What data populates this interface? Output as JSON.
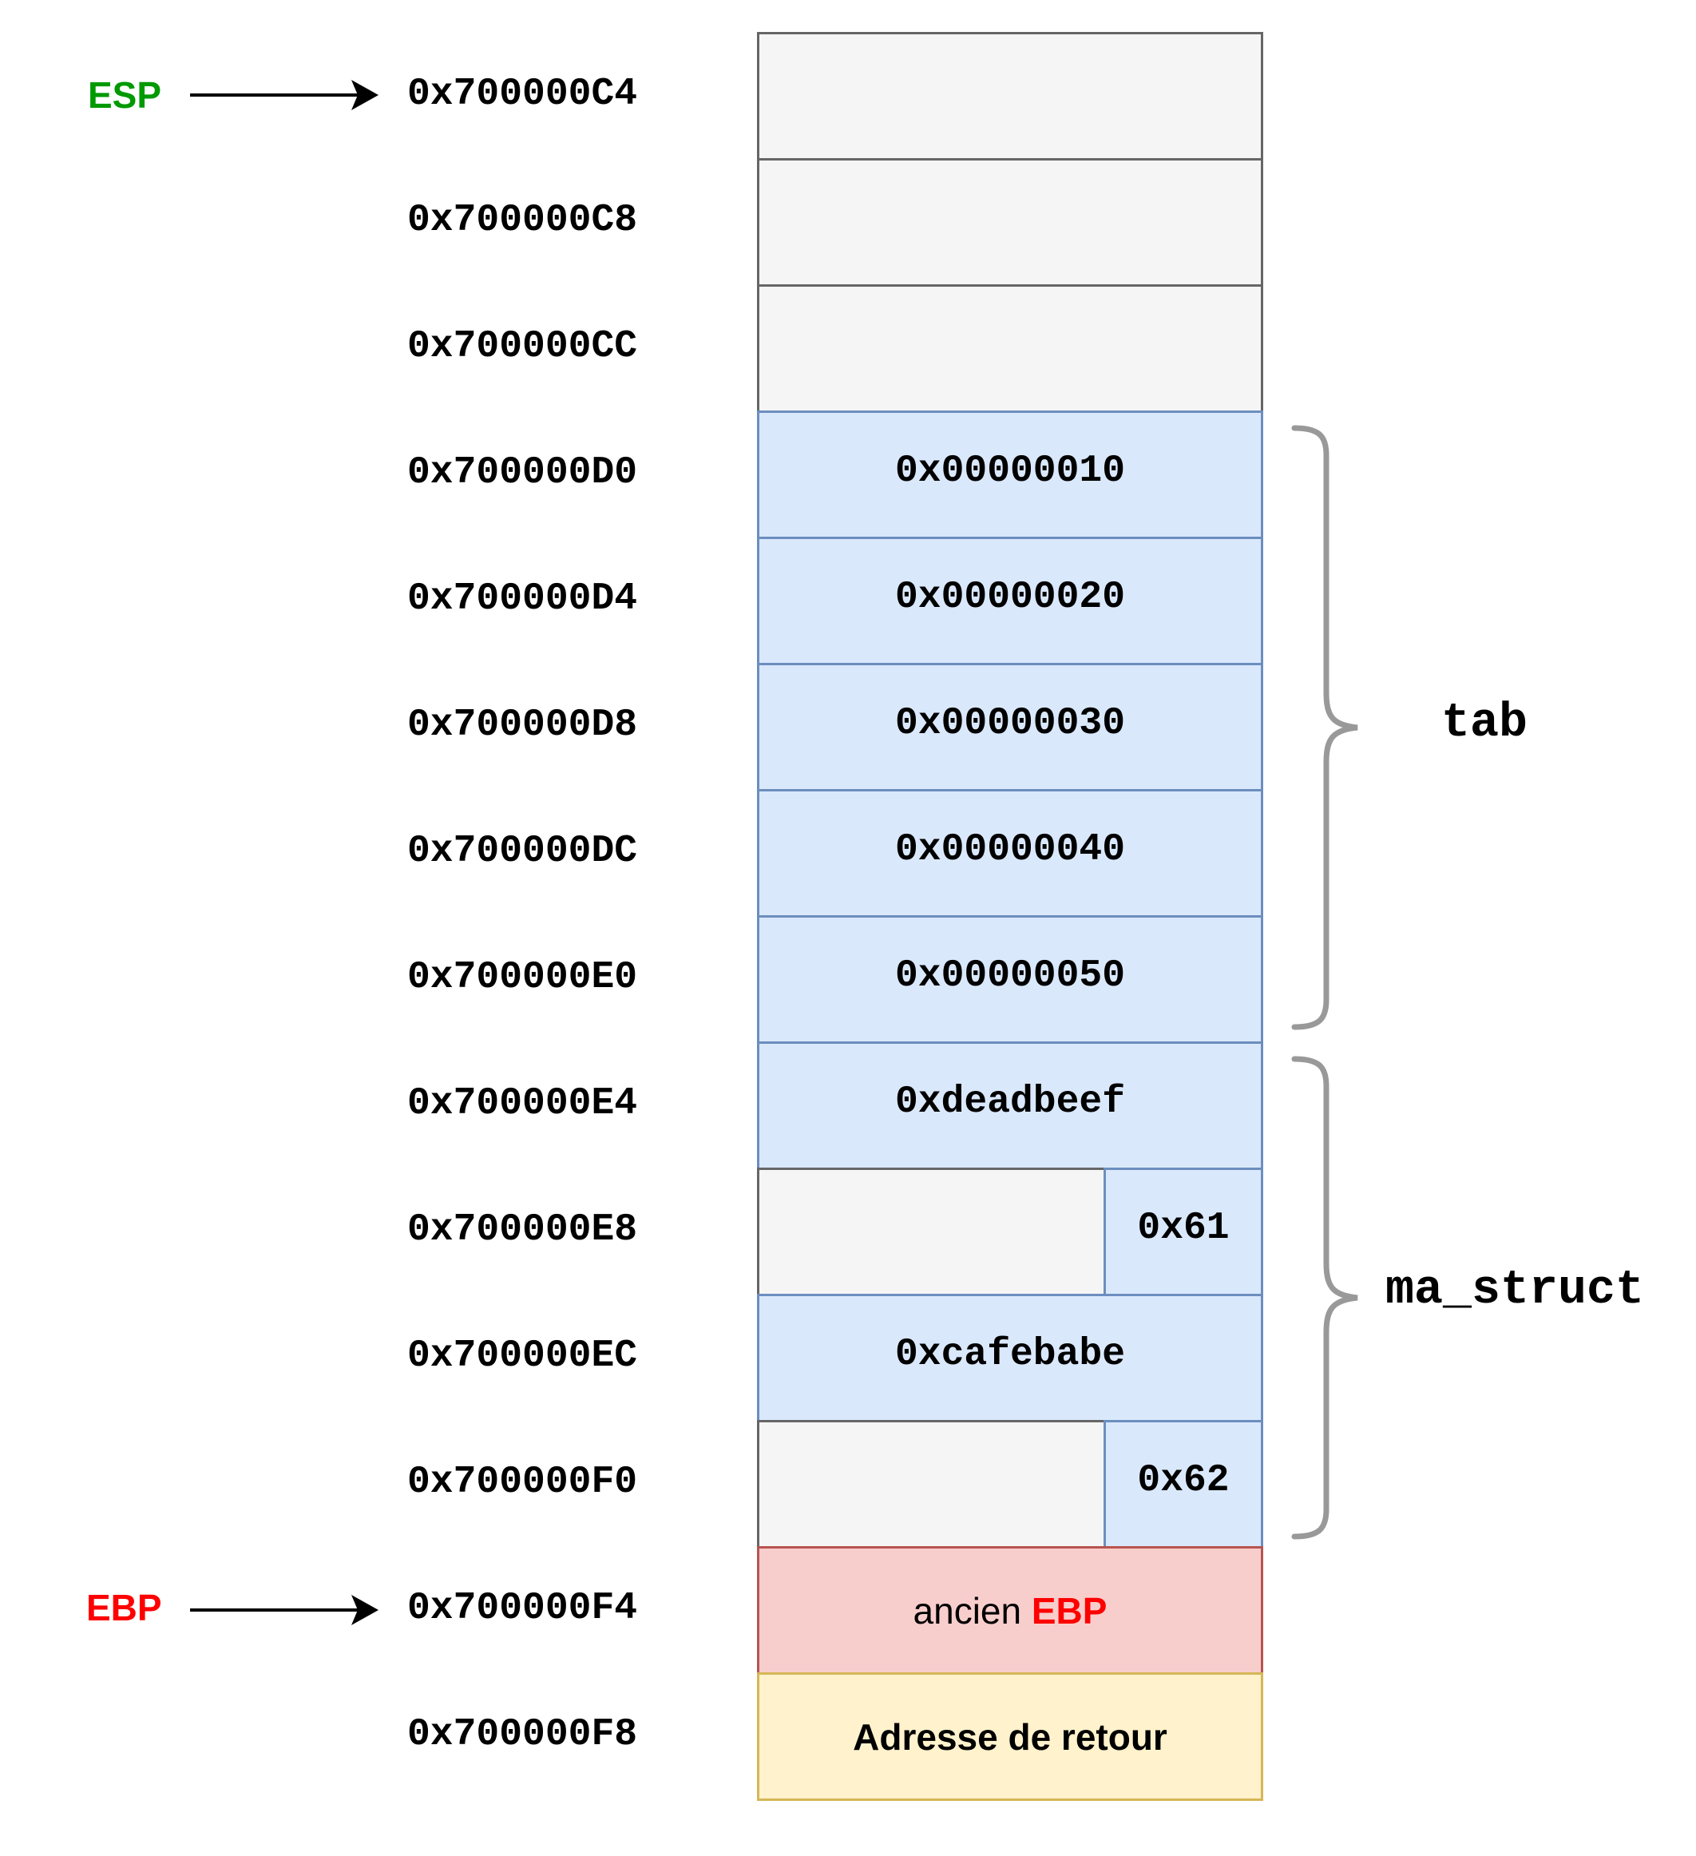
{
  "colors": {
    "esp": "#009900",
    "ebp": "#ff0000",
    "unused_fill": "#f5f5f5",
    "data_fill": "#dae8fc",
    "saved_ebp_fill": "#f8cecc",
    "return_fill": "#fff2cc",
    "brace": "#999999"
  },
  "pointers": {
    "esp": "ESP",
    "ebp": "EBP"
  },
  "addresses": [
    "0x700000C4",
    "0x700000C8",
    "0x700000CC",
    "0x700000D0",
    "0x700000D4",
    "0x700000D8",
    "0x700000DC",
    "0x700000E0",
    "0x700000E4",
    "0x700000E8",
    "0x700000EC",
    "0x700000F0",
    "0x700000F4",
    "0x700000F8"
  ],
  "values": {
    "d0": "0x00000010",
    "d4": "0x00000020",
    "d8": "0x00000030",
    "dc": "0x00000040",
    "e0": "0x00000050",
    "e4": "0xdeadbeef",
    "e8": "0x61",
    "ec": "0xcafebabe",
    "f0": "0x62"
  },
  "saved_ebp": {
    "prefix": "ancien ",
    "register": "EBP"
  },
  "return_address": "Adresse de retour",
  "groups": {
    "tab": "tab",
    "ma_struct": "ma_struct"
  }
}
